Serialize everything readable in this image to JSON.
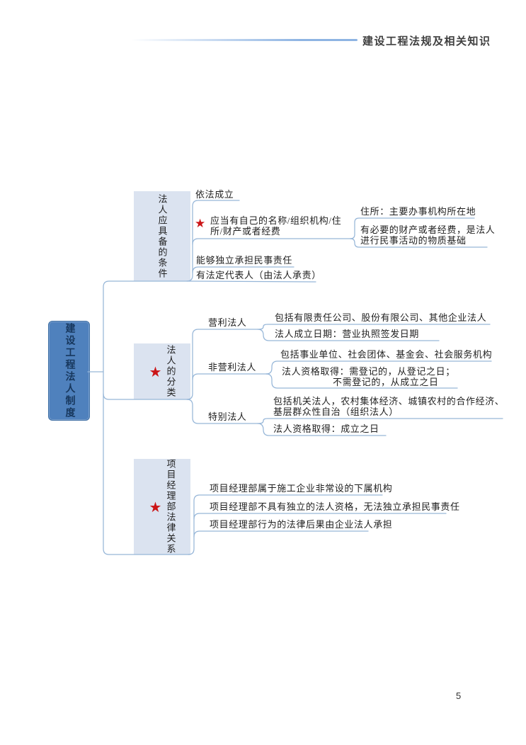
{
  "header": {
    "title": "建设工程法规及相关知识"
  },
  "footer": {
    "page_number": "5"
  },
  "icons": {
    "star": "★"
  },
  "colors": {
    "root-fill": "#4f81bd",
    "root-text": "#17375d",
    "branch-fill": "#dbe3f0",
    "line": "#96b6d8",
    "star": "#cb1517",
    "text": "#1f1f1f",
    "header-text": "#404040",
    "header-line": "#8eb4e3"
  },
  "root": {
    "label": "建设工程法人制度"
  },
  "branches": [
    {
      "label": "法人应具备的条件",
      "starred": false,
      "children": [
        {
          "text": "依法成立"
        },
        {
          "text": "应当有自己的名称/组织机构/住所/财产或者经费",
          "starred": true,
          "children": [
            {
              "text": "住所：主要办事机构所在地"
            },
            {
              "text": "有必要的财产或者经费，是法人进行民事活动的物质基础"
            }
          ]
        },
        {
          "text": "能够独立承担民事责任"
        },
        {
          "text": "有法定代表人（由法人承责）"
        }
      ]
    },
    {
      "label": "法人的分类",
      "starred": true,
      "children": [
        {
          "text": "营利法人",
          "children": [
            {
              "text": "包括有限责任公司、股份有限公司、其他企业法人"
            },
            {
              "text": "法人成立日期：营业执照签发日期"
            }
          ]
        },
        {
          "text": "非营利法人",
          "children": [
            {
              "text": "包括事业单位、社会团体、基金会、社会服务机构"
            },
            {
              "line1": "法人资格取得：需登记的，从登记之日；",
              "line2": "不需登记的，从成立之日"
            }
          ]
        },
        {
          "text": "特别法人",
          "children": [
            {
              "text": "包括机关法人，农村集体经济、城镇农村的合作经济、基层群众性自治（组织法人）"
            },
            {
              "text": "法人资格取得：成立之日"
            }
          ]
        }
      ]
    },
    {
      "label": "项目经理部法律关系",
      "starred": true,
      "children": [
        {
          "text": "项目经理部属于施工企业非常设的下属机构"
        },
        {
          "text": "项目经理部不具有独立的法人资格，无法独立承担民事责任"
        },
        {
          "text": "项目经理部行为的法律后果由企业法人承担"
        }
      ]
    }
  ]
}
